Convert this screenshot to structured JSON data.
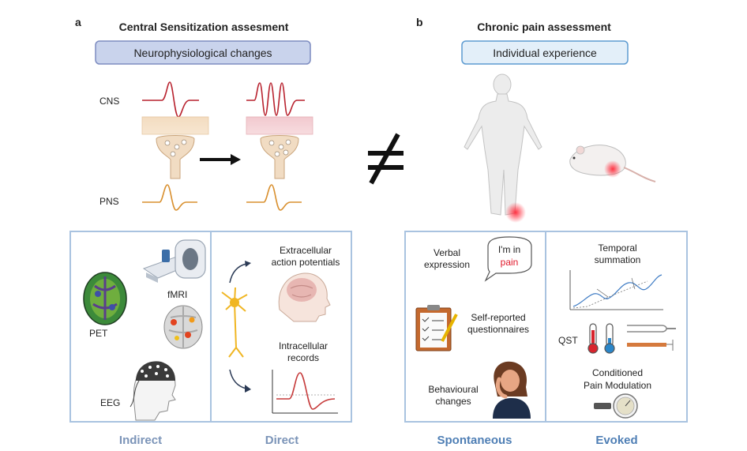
{
  "panel_a": {
    "letter": "a",
    "title": "Central Sensitization assesment",
    "pill": "Neurophysiological changes",
    "cns_label": "CNS",
    "pns_label": "PNS",
    "indirect": {
      "label": "Indirect",
      "pet": "PET",
      "fmri": "fMRI",
      "eeg": "EEG"
    },
    "direct": {
      "label": "Direct",
      "extracellular_1": "Extracellular",
      "extracellular_2": "action potentials",
      "intracellular_1": "Intracellular",
      "intracellular_2": "records"
    }
  },
  "not_equal_symbol": "≠",
  "panel_b": {
    "letter": "b",
    "title": "Chronic pain assessment",
    "pill": "Individual experience",
    "spontaneous": {
      "label": "Spontaneous",
      "verbal_1": "Verbal",
      "verbal_2": "expression",
      "bubble_1": "I'm in",
      "bubble_2": "pain",
      "self_1": "Self-reported",
      "self_2": "questionnaires",
      "behav_1": "Behavioural",
      "behav_2": "changes"
    },
    "evoked": {
      "label": "Evoked",
      "temporal_1": "Temporal",
      "temporal_2": "summation",
      "qst": "QST",
      "cpm_1": "Conditioned",
      "cpm_2": "Pain Modulation"
    }
  },
  "colors": {
    "pill_a_fill": "#c9d3ec",
    "pill_a_stroke": "#7d8cc0",
    "pill_b_fill": "#e3eff9",
    "pill_b_stroke": "#5d9bd1",
    "box_stroke": "#a9c3e0",
    "cns_trace": "#b8222e",
    "pns_trace": "#d9902f",
    "accent_blue": "#4f7fb5",
    "pain_red": "#e0182a"
  }
}
